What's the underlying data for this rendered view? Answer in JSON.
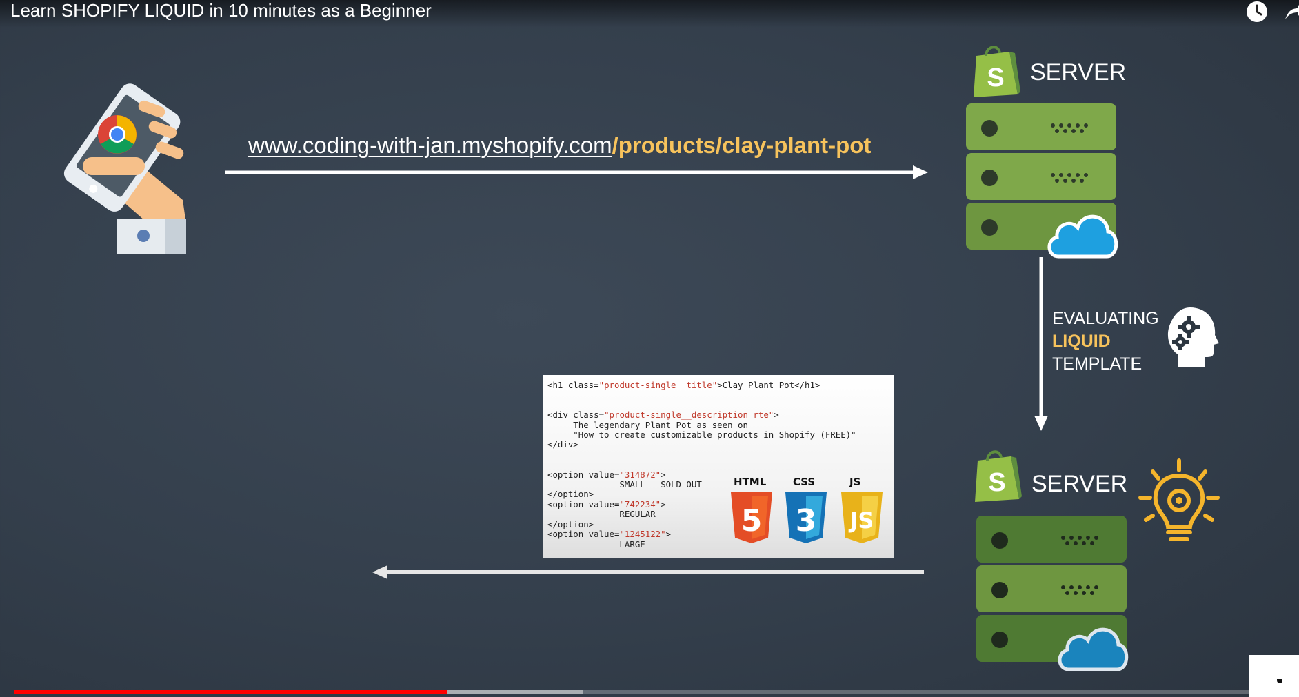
{
  "video": {
    "title": "Learn SHOPIFY LIQUID in 10 minutes as a Beginner",
    "progress_played": 0.35,
    "progress_buffered": 0.46
  },
  "request": {
    "url_base": "www.coding-with-jan.myshopify.com",
    "url_path": "/products/clay-plant-pot"
  },
  "server_top": {
    "label": "SERVER"
  },
  "evaluation": {
    "line1": "EVALUATING",
    "line2": "LIQUID",
    "line3": "TEMPLATE"
  },
  "server_bottom": {
    "label": "SERVER"
  },
  "code_panel": {
    "line_h1_open": "<h1 class=",
    "line_h1_class": "\"product-single__title\"",
    "line_h1_rest": ">Clay Plant Pot</h1>",
    "line_div_open": "<div class=",
    "line_div_class": "\"product-single__description rte\"",
    "line_div_close_bracket": ">",
    "desc_line1": "     The legendary Plant Pot as seen on",
    "desc_line2": "     \"How to create customizable products in Shopify (FREE)\"",
    "div_close": "</div>",
    "options": [
      {
        "open": "<option value=",
        "value": "\"314872\"",
        "bracket": ">",
        "text": "              SMALL - SOLD OUT",
        "close": "</option>"
      },
      {
        "open": "<option value=",
        "value": "\"742234\"",
        "bracket": ">",
        "text": "              REGULAR",
        "close": "</option>"
      },
      {
        "open": "<option value=",
        "value": "\"1245122\"",
        "bracket": ">",
        "text": "              LARGE",
        "close": ""
      }
    ],
    "tech": {
      "html_label": "HTML",
      "html_num": "5",
      "css_label": "CSS",
      "css_num": "3",
      "js_label": "JS",
      "js_mark": "JS"
    }
  },
  "colors": {
    "background": "#38434f",
    "accent_yellow": "#f7c35c",
    "server_green": "#7fa84a",
    "cloud_blue": "#1ea0e0",
    "html5": "#e44d26",
    "css3": "#1572b6",
    "js": "#f0c02a",
    "progress_red": "#ff0000"
  },
  "icons": {
    "phone": "hand-holding-phone-chrome-icon",
    "shopify": "shopify-bag-icon",
    "server": "server-rack-icon",
    "cloud": "cloud-icon",
    "head": "head-gears-icon",
    "bulb": "lightbulb-gear-icon",
    "clock": "watch-later-icon",
    "share": "share-icon"
  }
}
